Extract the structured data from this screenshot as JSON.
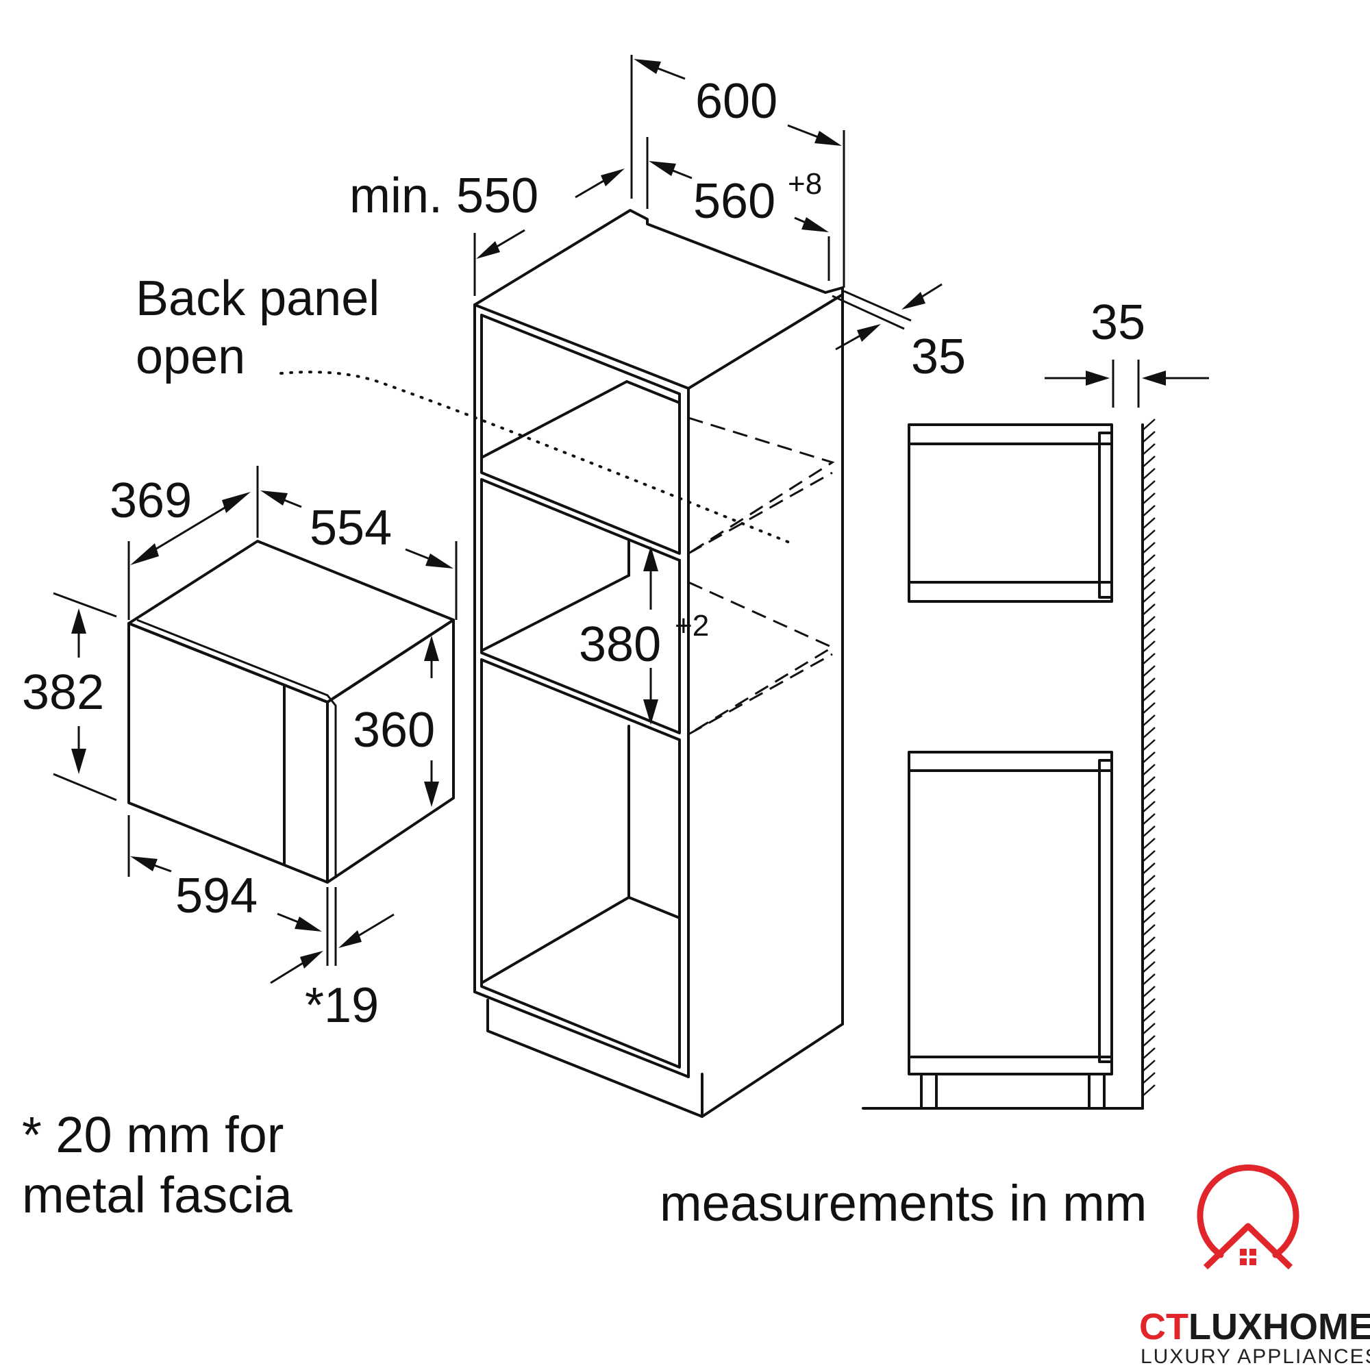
{
  "labels": {
    "width_600": "600",
    "min_550": "min. 550",
    "width_560": "560",
    "width_560_tol": "+8",
    "depth_35_cabinet": "35",
    "back_panel_line1": "Back panel",
    "back_panel_line2": "open",
    "height_380": "380",
    "height_380_tol": "+2",
    "side_35": "35",
    "oven_369": "369",
    "oven_554": "554",
    "oven_382": "382",
    "oven_360": "360",
    "oven_594": "594",
    "oven_19": "*19",
    "note_line1": "* 20 mm for",
    "note_line2": "metal fascia",
    "units": "measurements in mm"
  },
  "logo": {
    "brand_ct": "CT",
    "brand_lux": "LUXHOME",
    "tagline": "LUXURY APPLIANCES",
    "icon": "house-in-circle-icon",
    "accent_color": "#e0262b",
    "text_color": "#1a1a1a"
  }
}
